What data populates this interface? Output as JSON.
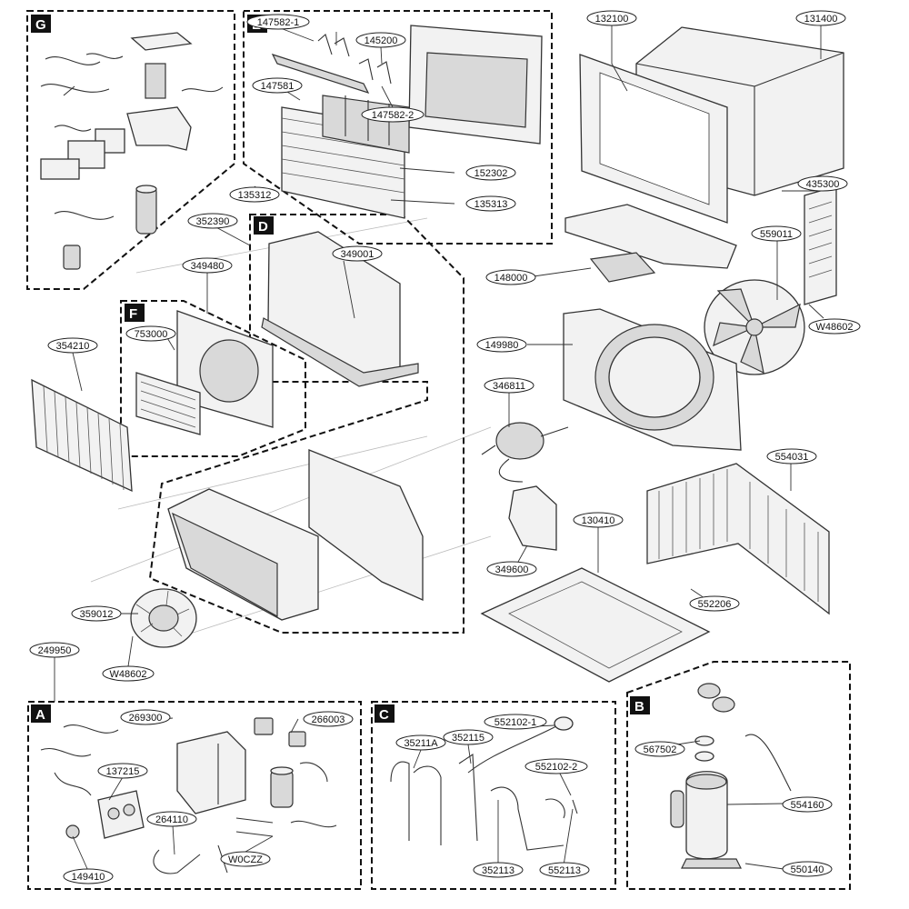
{
  "sections": [
    "G",
    "E",
    "D",
    "F",
    "A",
    "C",
    "B"
  ],
  "labels": {
    "p132100": "132100",
    "p131400": "131400",
    "p147582_1": "147582-1",
    "p145200": "145200",
    "p147581": "147581",
    "p147582_2": "147582-2",
    "p152302": "152302",
    "p135313": "135313",
    "p135312": "135312",
    "p352390": "352390",
    "p349001": "349001",
    "p349480": "349480",
    "p753000": "753000",
    "p354210": "354210",
    "p435300": "435300",
    "p559011": "559011",
    "p148000": "148000",
    "pW48602a": "W48602",
    "p149980": "149980",
    "p346811": "346811",
    "p554031": "554031",
    "p130410": "130410",
    "p349600": "349600",
    "p552206": "552206",
    "p359012": "359012",
    "pW48602b": "W48602",
    "p249950": "249950",
    "p269300": "269300",
    "p266003": "266003",
    "p137215": "137215",
    "p264110": "264110",
    "p0CZZ": "W0CZZ",
    "p149410": "149410",
    "p35211A": "35211A",
    "p352115": "352115",
    "p552102_1": "552102-1",
    "p552102_2": "552102-2",
    "p352113": "352113",
    "p552113": "552113",
    "p567502": "567502",
    "p554160": "554160",
    "p550140": "550140"
  }
}
